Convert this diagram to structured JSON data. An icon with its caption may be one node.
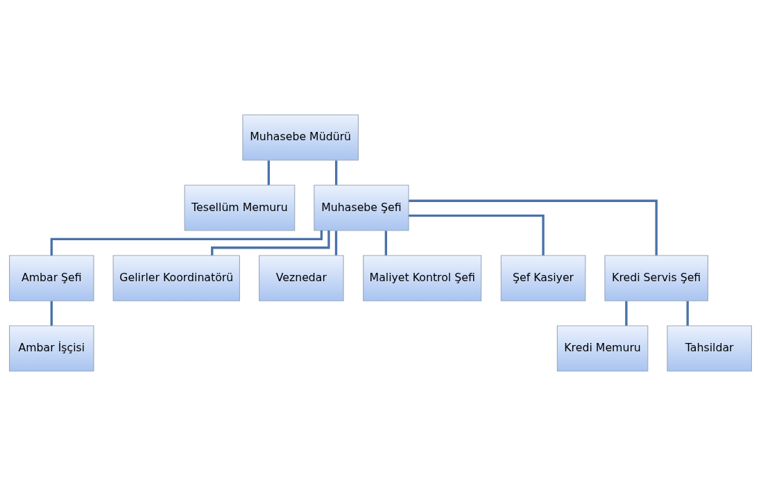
{
  "diagram": {
    "nodes": [
      {
        "text": [
          "Muhasebe Müdürü"
        ]
      },
      {
        "text": [
          "Tesellüm Memuru"
        ]
      },
      {
        "text": [
          "Muhasebe Şefi"
        ]
      },
      {
        "text": [
          "Ambar Şefi"
        ]
      },
      {
        "text": [
          "Gelirler Koordinatörü"
        ]
      },
      {
        "text": [
          "Veznedar"
        ]
      },
      {
        "text": [
          "Maliyet Kontrol Şefi"
        ]
      },
      {
        "text": [
          "Şef Kasiyer"
        ]
      },
      {
        "text": [
          "Kredi Servis Şefi"
        ]
      },
      {
        "text": [
          "Ambar İşçisi"
        ]
      },
      {
        "text": [
          "Kredi Memuru"
        ]
      },
      {
        "text": [
          "Tahsildar"
        ]
      }
    ],
    "edges": [
      {
        "from": 0,
        "to": 1,
        "arrow": "none"
      },
      {
        "from": 0,
        "to": 2,
        "arrow": "none"
      },
      {
        "from": 2,
        "to": 3,
        "arrow": "none"
      },
      {
        "from": 2,
        "to": 4,
        "arrow": "none"
      },
      {
        "from": 2,
        "to": 5,
        "arrow": "none"
      },
      {
        "from": 2,
        "to": 6,
        "arrow": "none"
      },
      {
        "from": 2,
        "to": 7,
        "arrow": "none"
      },
      {
        "from": 2,
        "to": 8,
        "arrow": "none"
      },
      {
        "from": 3,
        "to": 9,
        "arrow": "none"
      },
      {
        "from": 8,
        "to": 10,
        "arrow": "none"
      },
      {
        "from": 8,
        "to": 11,
        "arrow": "none"
      }
    ]
  }
}
